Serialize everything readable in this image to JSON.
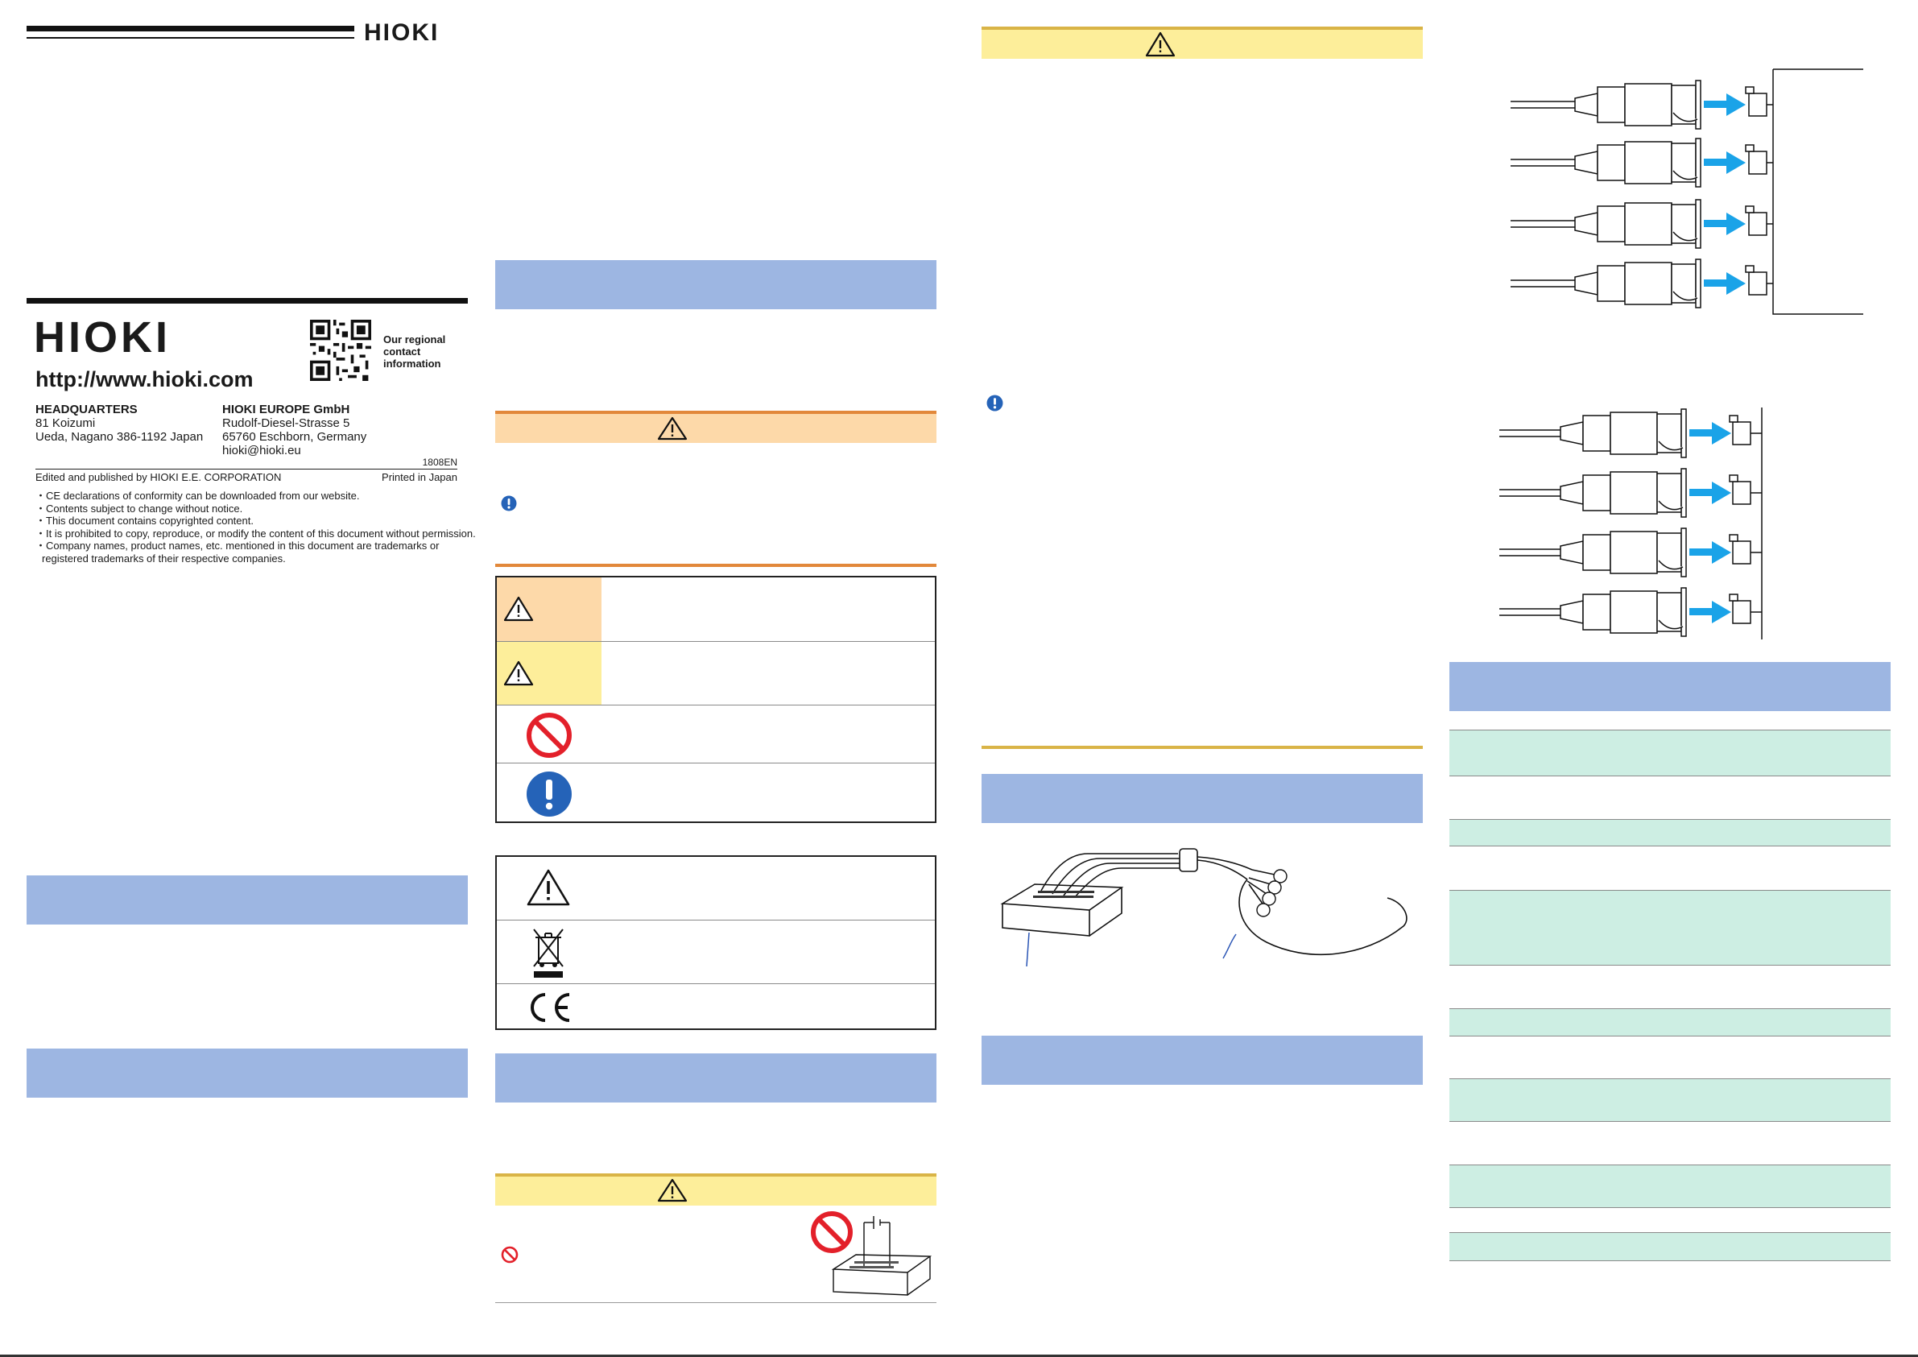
{
  "brand": {
    "logo_text": "HIOKI",
    "url": "http://www.hioki.com",
    "qr_caption_lines": [
      "Our regional",
      "contact",
      "information"
    ]
  },
  "headquarters": {
    "title": "HEADQUARTERS",
    "lines": [
      "81 Koizumi",
      "Ueda, Nagano 386-1192 Japan"
    ]
  },
  "europe": {
    "title": "HIOKI EUROPE GmbH",
    "lines": [
      "Rudolf-Diesel-Strasse 5",
      "65760 Eschborn, Germany",
      "hioki@hioki.eu"
    ]
  },
  "doc_code": "1808EN",
  "edited_by": "Edited and published by HIOKI E.E. CORPORATION",
  "printed_in": "Printed in Japan",
  "notes": [
    "・CE declarations of conformity can be downloaded from our website.",
    "・Contents subject to change without notice.",
    "・This document contains copyrighted content.",
    "・It is prohibited to copy, reproduce, or modify the content of this document without permission.",
    "・Company names, product names, etc. mentioned in this document are trademarks or",
    "  registered trademarks of their respective companies."
  ],
  "icons": {
    "warning": "warning-triangle-icon",
    "prohibit": "prohibition-icon",
    "mandatory": "exclamation-circle-icon",
    "weee": "crossed-out-bin-icon",
    "ce": "ce-mark-icon"
  },
  "colors": {
    "section_blue": "#9db6e2",
    "warning_orange": "#fdd9a9",
    "caution_yellow": "#fdee9a",
    "table_green": "#cdeee3",
    "arrow_blue": "#1aa3e8"
  }
}
